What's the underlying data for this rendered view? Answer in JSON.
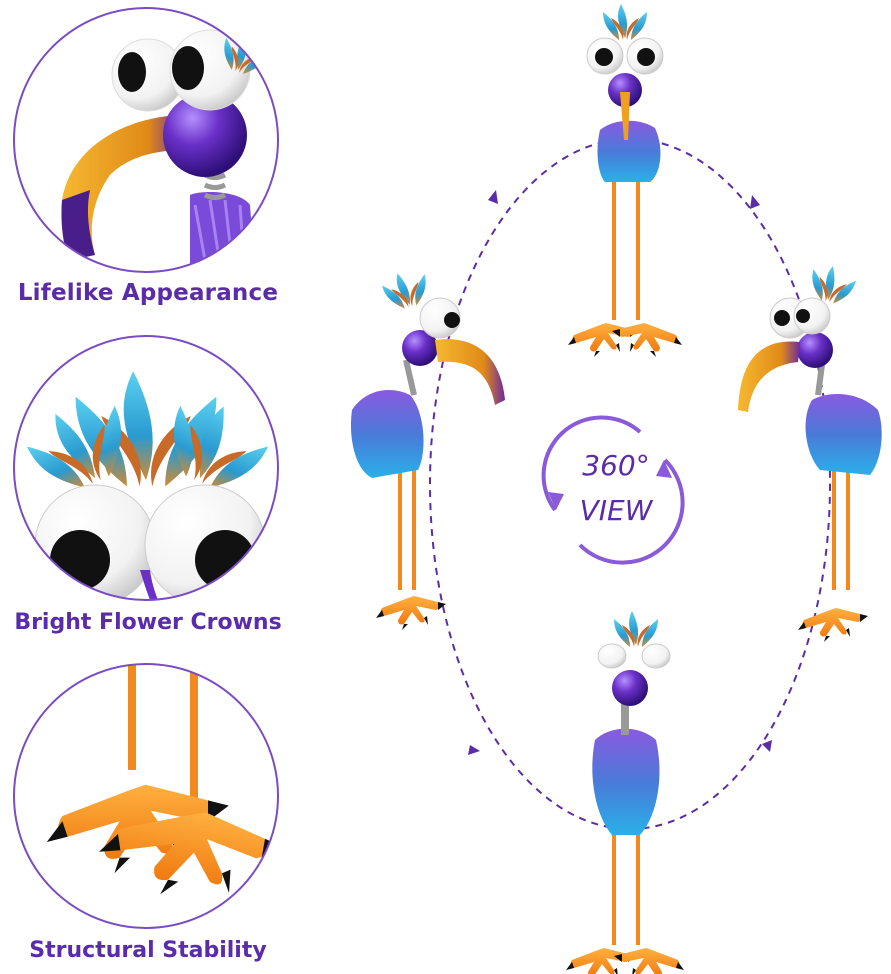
{
  "features": [
    {
      "caption": "Lifelike Appearance",
      "image": "beak-and-eyes-closeup"
    },
    {
      "caption": "Bright Flower Crowns",
      "image": "feather-crown-closeup"
    },
    {
      "caption": "Structural Stability",
      "image": "orange-feet-closeup"
    }
  ],
  "rotation_badge": {
    "line1": "360°",
    "line2": "VIEW"
  },
  "views": [
    "bird-front-view",
    "bird-left-view",
    "bird-right-view",
    "bird-back-view"
  ],
  "colors": {
    "caption": "#5b2ca8",
    "ring": "#7a4cc4",
    "body_purple": "#5a2bb0",
    "feather_blue": "#3a7fd0",
    "beak_orange": "#f0a020",
    "leg_orange": "#f08a20"
  }
}
